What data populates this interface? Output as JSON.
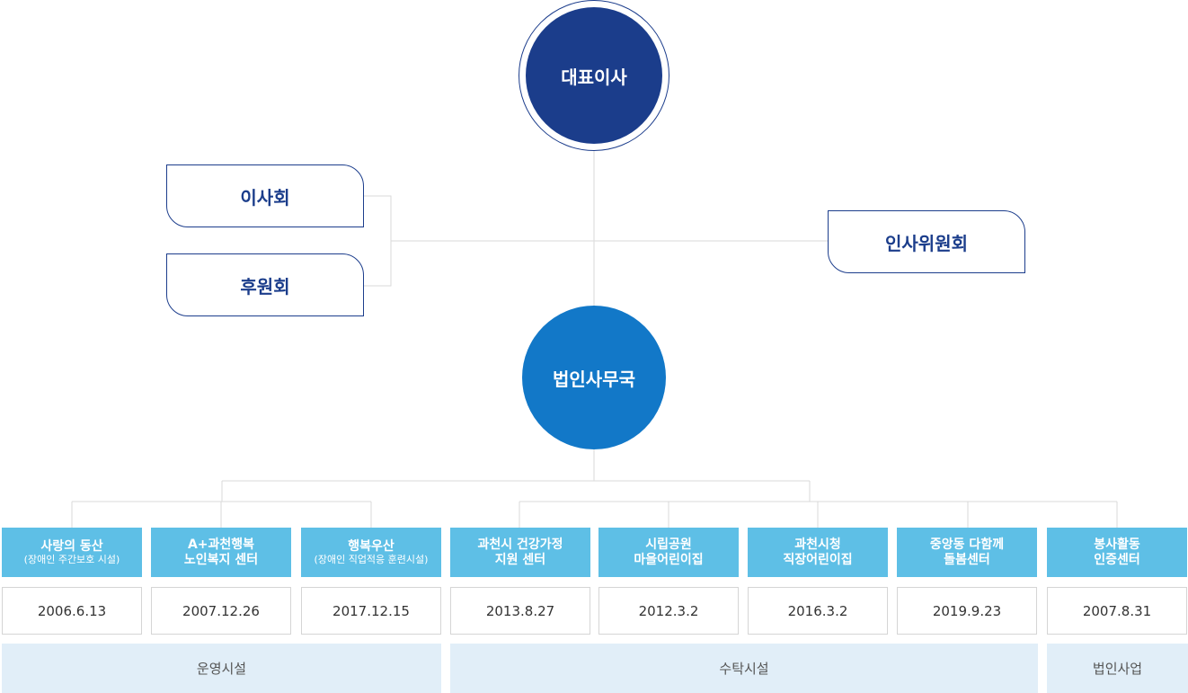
{
  "top": {
    "ceo": "대표이사"
  },
  "left": {
    "board": "이사회",
    "supporters": "후원회"
  },
  "right": {
    "personnel": "인사위원회"
  },
  "office": "법인사무국",
  "units": [
    {
      "name": "사랑의 동산",
      "sub": "(장애인 주간보호 시설)",
      "date": "2006.6.13"
    },
    {
      "name": "A+과천행복\n노인복지 센터",
      "sub": "",
      "date": "2007.12.26"
    },
    {
      "name": "행복우산",
      "sub": "(장애인 직업적응 훈련시설)",
      "date": "2017.12.15"
    },
    {
      "name": "과천시 건강가정\n지원 센터",
      "sub": "",
      "date": "2013.8.27"
    },
    {
      "name": "시립공원\n마을어린이집",
      "sub": "",
      "date": "2012.3.2"
    },
    {
      "name": "과천시청\n직장어린이집",
      "sub": "",
      "date": "2016.3.2"
    },
    {
      "name": "중앙동 다함께\n돌봄센터",
      "sub": "",
      "date": "2019.9.23"
    },
    {
      "name": "봉사활동\n인증센터",
      "sub": "",
      "date": "2007.8.31"
    }
  ],
  "categories": [
    "운영시설",
    "수탁시설",
    "법인사업"
  ],
  "colors": {
    "navy": "#1b3d8b",
    "blue": "#1278c8",
    "unit_header": "#5ebfe6",
    "category_bg": "#e1eef8",
    "line": "#d9d9d9"
  }
}
